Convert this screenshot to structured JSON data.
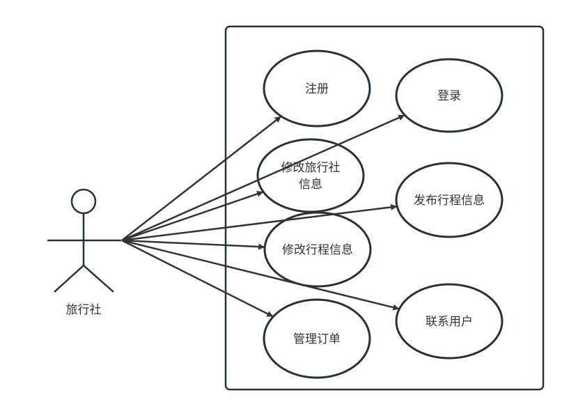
{
  "diagram": {
    "type": "use-case",
    "actor": {
      "name": "旅行社",
      "icon": "stick-figure-icon"
    },
    "use_cases": [
      {
        "id": "register",
        "lines": [
          "注册"
        ]
      },
      {
        "id": "login",
        "lines": [
          "登录"
        ]
      },
      {
        "id": "edit-agency-info",
        "lines": [
          "修改旅行社",
          "信息"
        ]
      },
      {
        "id": "publish-itinerary",
        "lines": [
          "发布行程信息"
        ]
      },
      {
        "id": "edit-itinerary",
        "lines": [
          "修改行程信息"
        ]
      },
      {
        "id": "contact-user",
        "lines": [
          "联系用户"
        ]
      },
      {
        "id": "manage-orders",
        "lines": [
          "管理订单"
        ]
      }
    ],
    "associations": [
      {
        "from": "actor",
        "to": "register"
      },
      {
        "from": "actor",
        "to": "login"
      },
      {
        "from": "actor",
        "to": "edit-agency-info"
      },
      {
        "from": "actor",
        "to": "publish-itinerary"
      },
      {
        "from": "actor",
        "to": "edit-itinerary"
      },
      {
        "from": "actor",
        "to": "contact-user"
      },
      {
        "from": "actor",
        "to": "manage-orders"
      }
    ],
    "colors": {
      "stroke": "#263238",
      "text": "#333333",
      "background": "#ffffff"
    }
  }
}
